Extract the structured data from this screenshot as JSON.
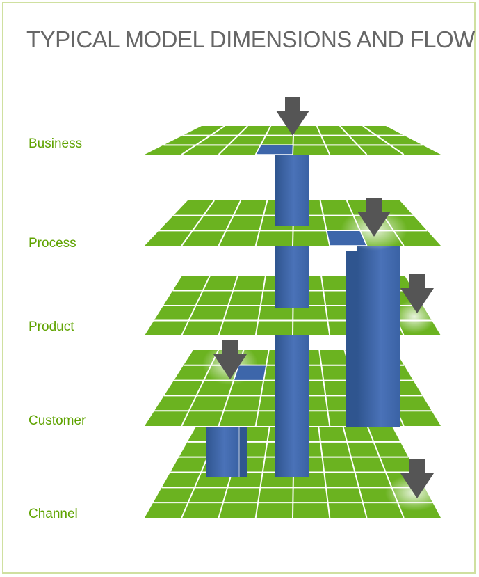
{
  "title": "TYPICAL MODEL DIMENSIONS AND FLOW",
  "layers": [
    {
      "label": "Business"
    },
    {
      "label": "Process"
    },
    {
      "label": "Product"
    },
    {
      "label": "Customer"
    },
    {
      "label": "Channel"
    }
  ],
  "colors": {
    "grid_green": "#6bb320",
    "grid_line": "#ffffff",
    "column_blue": "#3d66aa",
    "arrow_gray": "#555555",
    "label_green": "#5fa300",
    "title_gray": "#666666",
    "frame_border": "#cfe0a0"
  },
  "icons": [
    "down-arrow-icon"
  ]
}
